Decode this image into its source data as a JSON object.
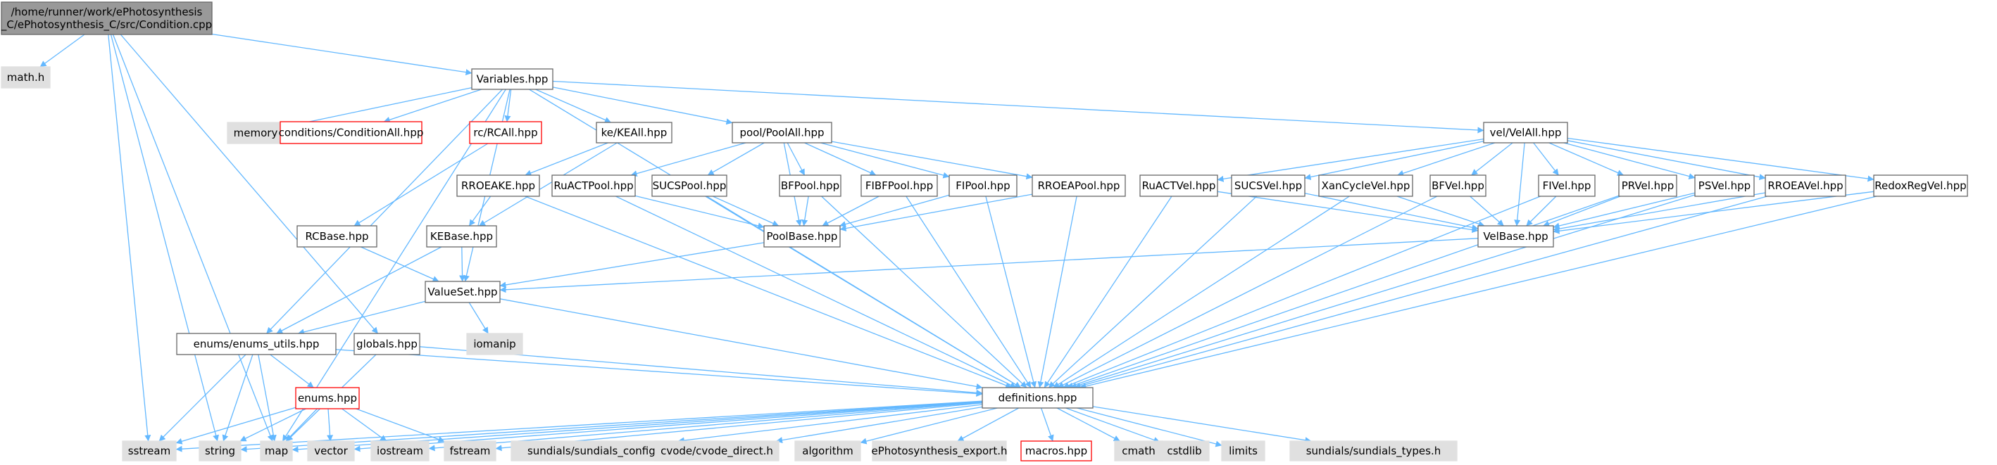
{
  "colors": {
    "edge": "#63b8ff",
    "node_fill": "#ffffff",
    "node_border": "#666666",
    "root_fill": "#999999",
    "external_fill": "#e0e0e0",
    "external_border": "#e0e0e0",
    "missing_border": "#ff0000"
  },
  "nodes": [
    {
      "id": "root",
      "kind": "root",
      "lines": [
        "/home/runner/work/ePhotosynthesis",
        "_C/ePhotosynthesis_C/src/Condition.cpp"
      ]
    },
    {
      "id": "math_h",
      "kind": "external",
      "lines": [
        "math.h"
      ]
    },
    {
      "id": "variables",
      "kind": "normal",
      "lines": [
        "Variables.hpp"
      ]
    },
    {
      "id": "memory",
      "kind": "external",
      "lines": [
        "memory"
      ]
    },
    {
      "id": "conditionall",
      "kind": "missing",
      "lines": [
        "conditions/ConditionAll.hpp"
      ]
    },
    {
      "id": "rcall",
      "kind": "missing",
      "lines": [
        "rc/RCAll.hpp"
      ]
    },
    {
      "id": "keall",
      "kind": "normal",
      "lines": [
        "ke/KEAll.hpp"
      ]
    },
    {
      "id": "poolall",
      "kind": "normal",
      "lines": [
        "pool/PoolAll.hpp"
      ]
    },
    {
      "id": "velall",
      "kind": "normal",
      "lines": [
        "vel/VelAll.hpp"
      ]
    },
    {
      "id": "rroeake",
      "kind": "normal",
      "lines": [
        "RROEAKE.hpp"
      ]
    },
    {
      "id": "ruactpool",
      "kind": "normal",
      "lines": [
        "RuACTPool.hpp"
      ]
    },
    {
      "id": "sucspool",
      "kind": "normal",
      "lines": [
        "SUCSPool.hpp"
      ]
    },
    {
      "id": "bfpool",
      "kind": "normal",
      "lines": [
        "BFPool.hpp"
      ]
    },
    {
      "id": "fibfpool",
      "kind": "normal",
      "lines": [
        "FIBFPool.hpp"
      ]
    },
    {
      "id": "fipool",
      "kind": "normal",
      "lines": [
        "FIPool.hpp"
      ]
    },
    {
      "id": "rroeapool",
      "kind": "normal",
      "lines": [
        "RROEAPool.hpp"
      ]
    },
    {
      "id": "ruactvel",
      "kind": "normal",
      "lines": [
        "RuACTVel.hpp"
      ]
    },
    {
      "id": "sucsvel",
      "kind": "normal",
      "lines": [
        "SUCSVel.hpp"
      ]
    },
    {
      "id": "xancyclevel",
      "kind": "normal",
      "lines": [
        "XanCycleVel.hpp"
      ]
    },
    {
      "id": "bfvel",
      "kind": "normal",
      "lines": [
        "BFVel.hpp"
      ]
    },
    {
      "id": "fivel",
      "kind": "normal",
      "lines": [
        "FIVel.hpp"
      ]
    },
    {
      "id": "prvel",
      "kind": "normal",
      "lines": [
        "PRVel.hpp"
      ]
    },
    {
      "id": "psvel",
      "kind": "normal",
      "lines": [
        "PSVel.hpp"
      ]
    },
    {
      "id": "rroeavel",
      "kind": "normal",
      "lines": [
        "RROEAVel.hpp"
      ]
    },
    {
      "id": "redoxregvel",
      "kind": "normal",
      "lines": [
        "RedoxRegVel.hpp"
      ]
    },
    {
      "id": "rcbase",
      "kind": "normal",
      "lines": [
        "RCBase.hpp"
      ]
    },
    {
      "id": "kebase",
      "kind": "normal",
      "lines": [
        "KEBase.hpp"
      ]
    },
    {
      "id": "poolbase",
      "kind": "normal",
      "lines": [
        "PoolBase.hpp"
      ]
    },
    {
      "id": "velbase",
      "kind": "normal",
      "lines": [
        "VelBase.hpp"
      ]
    },
    {
      "id": "valueset",
      "kind": "normal",
      "lines": [
        "ValueSet.hpp"
      ]
    },
    {
      "id": "enums_utils",
      "kind": "normal",
      "lines": [
        "enums/enums_utils.hpp"
      ]
    },
    {
      "id": "globals",
      "kind": "normal",
      "lines": [
        "globals.hpp"
      ]
    },
    {
      "id": "iomanip",
      "kind": "external",
      "lines": [
        "iomanip"
      ]
    },
    {
      "id": "enums",
      "kind": "missing",
      "lines": [
        "enums.hpp"
      ]
    },
    {
      "id": "definitions",
      "kind": "normal",
      "lines": [
        "definitions.hpp"
      ]
    },
    {
      "id": "sstream",
      "kind": "external",
      "lines": [
        "sstream"
      ]
    },
    {
      "id": "string",
      "kind": "external",
      "lines": [
        "string"
      ]
    },
    {
      "id": "map",
      "kind": "external",
      "lines": [
        "map"
      ]
    },
    {
      "id": "vector",
      "kind": "external",
      "lines": [
        "vector"
      ]
    },
    {
      "id": "iostream",
      "kind": "external",
      "lines": [
        "iostream"
      ]
    },
    {
      "id": "fstream",
      "kind": "external",
      "lines": [
        "fstream"
      ]
    },
    {
      "id": "sundials_config",
      "kind": "external",
      "lines": [
        "sundials/sundials_config.h"
      ]
    },
    {
      "id": "cvode_direct",
      "kind": "external",
      "lines": [
        "cvode/cvode_direct.h"
      ]
    },
    {
      "id": "algorithm",
      "kind": "external",
      "lines": [
        "algorithm"
      ]
    },
    {
      "id": "ephoto_export",
      "kind": "external",
      "lines": [
        "ePhotosynthesis_export.h"
      ]
    },
    {
      "id": "macros",
      "kind": "missing",
      "lines": [
        "macros.hpp"
      ]
    },
    {
      "id": "cmath",
      "kind": "external",
      "lines": [
        "cmath"
      ]
    },
    {
      "id": "cstdlib",
      "kind": "external",
      "lines": [
        "cstdlib"
      ]
    },
    {
      "id": "limits",
      "kind": "external",
      "lines": [
        "limits"
      ]
    },
    {
      "id": "sundials_types",
      "kind": "external",
      "lines": [
        "sundials/sundials_types.h"
      ]
    }
  ],
  "edges": [
    [
      "root",
      "math_h"
    ],
    [
      "root",
      "variables"
    ],
    [
      "root",
      "globals"
    ],
    [
      "root",
      "sstream"
    ],
    [
      "root",
      "string"
    ],
    [
      "root",
      "map"
    ],
    [
      "variables",
      "memory"
    ],
    [
      "variables",
      "conditionall"
    ],
    [
      "variables",
      "rcall"
    ],
    [
      "variables",
      "keall"
    ],
    [
      "variables",
      "poolall"
    ],
    [
      "variables",
      "velall"
    ],
    [
      "variables",
      "enums_utils"
    ],
    [
      "variables",
      "valueset"
    ],
    [
      "variables",
      "map"
    ],
    [
      "variables",
      "definitions"
    ],
    [
      "rcall",
      "rcbase"
    ],
    [
      "keall",
      "rroeake"
    ],
    [
      "keall",
      "kebase"
    ],
    [
      "rroeake",
      "kebase"
    ],
    [
      "rroeake",
      "definitions"
    ],
    [
      "poolall",
      "ruactpool"
    ],
    [
      "poolall",
      "sucspool"
    ],
    [
      "poolall",
      "bfpool"
    ],
    [
      "poolall",
      "fibfpool"
    ],
    [
      "poolall",
      "fipool"
    ],
    [
      "poolall",
      "rroeapool"
    ],
    [
      "poolall",
      "poolbase"
    ],
    [
      "ruactpool",
      "poolbase"
    ],
    [
      "ruactpool",
      "definitions"
    ],
    [
      "sucspool",
      "poolbase"
    ],
    [
      "sucspool",
      "definitions"
    ],
    [
      "bfpool",
      "poolbase"
    ],
    [
      "bfpool",
      "definitions"
    ],
    [
      "fibfpool",
      "poolbase"
    ],
    [
      "fibfpool",
      "definitions"
    ],
    [
      "fipool",
      "poolbase"
    ],
    [
      "fipool",
      "definitions"
    ],
    [
      "rroeapool",
      "poolbase"
    ],
    [
      "rroeapool",
      "definitions"
    ],
    [
      "velall",
      "ruactvel"
    ],
    [
      "velall",
      "sucsvel"
    ],
    [
      "velall",
      "xancyclevel"
    ],
    [
      "velall",
      "bfvel"
    ],
    [
      "velall",
      "fivel"
    ],
    [
      "velall",
      "prvel"
    ],
    [
      "velall",
      "psvel"
    ],
    [
      "velall",
      "rroeavel"
    ],
    [
      "velall",
      "redoxregvel"
    ],
    [
      "velall",
      "velbase"
    ],
    [
      "ruactvel",
      "velbase"
    ],
    [
      "ruactvel",
      "definitions"
    ],
    [
      "sucsvel",
      "velbase"
    ],
    [
      "sucsvel",
      "definitions"
    ],
    [
      "xancyclevel",
      "velbase"
    ],
    [
      "xancyclevel",
      "definitions"
    ],
    [
      "bfvel",
      "velbase"
    ],
    [
      "bfvel",
      "definitions"
    ],
    [
      "fivel",
      "velbase"
    ],
    [
      "fivel",
      "definitions"
    ],
    [
      "prvel",
      "velbase"
    ],
    [
      "prvel",
      "definitions"
    ],
    [
      "psvel",
      "velbase"
    ],
    [
      "psvel",
      "definitions"
    ],
    [
      "rroeavel",
      "velbase"
    ],
    [
      "rroeavel",
      "definitions"
    ],
    [
      "redoxregvel",
      "velbase"
    ],
    [
      "redoxregvel",
      "definitions"
    ],
    [
      "rcbase",
      "valueset"
    ],
    [
      "kebase",
      "valueset"
    ],
    [
      "kebase",
      "enums_utils"
    ],
    [
      "poolbase",
      "valueset"
    ],
    [
      "velbase",
      "valueset"
    ],
    [
      "valueset",
      "enums_utils"
    ],
    [
      "valueset",
      "iomanip"
    ],
    [
      "valueset",
      "definitions"
    ],
    [
      "enums_utils",
      "enums"
    ],
    [
      "enums_utils",
      "definitions"
    ],
    [
      "enums_utils",
      "sstream"
    ],
    [
      "enums_utils",
      "string"
    ],
    [
      "enums_utils",
      "map"
    ],
    [
      "globals",
      "definitions"
    ],
    [
      "globals",
      "map"
    ],
    [
      "enums",
      "sstream"
    ],
    [
      "enums",
      "string"
    ],
    [
      "enums",
      "map"
    ],
    [
      "enums",
      "vector"
    ],
    [
      "enums",
      "iostream"
    ],
    [
      "enums",
      "fstream"
    ],
    [
      "definitions",
      "sstream"
    ],
    [
      "definitions",
      "string"
    ],
    [
      "definitions",
      "map"
    ],
    [
      "definitions",
      "vector"
    ],
    [
      "definitions",
      "iostream"
    ],
    [
      "definitions",
      "fstream"
    ],
    [
      "definitions",
      "sundials_config"
    ],
    [
      "definitions",
      "cvode_direct"
    ],
    [
      "definitions",
      "algorithm"
    ],
    [
      "definitions",
      "ephoto_export"
    ],
    [
      "definitions",
      "macros"
    ],
    [
      "definitions",
      "cmath"
    ],
    [
      "definitions",
      "cstdlib"
    ],
    [
      "definitions",
      "limits"
    ],
    [
      "definitions",
      "sundials_types"
    ]
  ]
}
